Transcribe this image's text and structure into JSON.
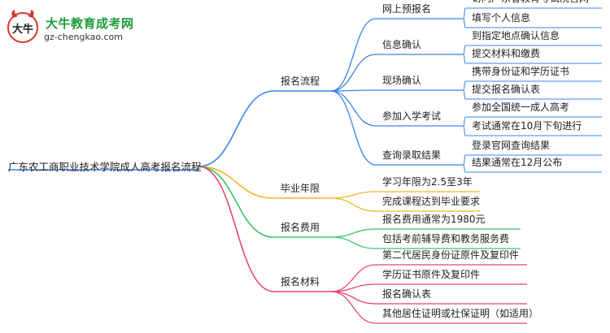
{
  "logo": {
    "title": "大牛教育成考网",
    "url": "gz-chengkao.com",
    "mark_text": "大牛"
  },
  "root": {
    "label": "广东农工商职业技术学院成人高考报名流程"
  },
  "branches": [
    {
      "label": "报名流程",
      "color": "#3a86e8",
      "children": [
        {
          "label": "网上预报名",
          "children": [
            "访问广东省教育考试院官网",
            "填写个人信息"
          ]
        },
        {
          "label": "信息确认",
          "children": [
            "到指定地点确认信息",
            "提交材料和缴费"
          ]
        },
        {
          "label": "现场确认",
          "children": [
            "携带身份证和学历证书",
            "提交报名确认表"
          ]
        },
        {
          "label": "参加入学考试",
          "children": [
            "参加全国统一成人高考",
            "考试通常在10月下旬进行"
          ]
        },
        {
          "label": "查询录取结果",
          "children": [
            "登录官网查询结果",
            "结果通常在12月公布"
          ]
        }
      ]
    },
    {
      "label": "毕业年限",
      "color": "#f0b428",
      "children": [
        {
          "label": "学习年限为2.5至3年",
          "children": []
        },
        {
          "label": "完成课程达到毕业要求",
          "children": []
        }
      ]
    },
    {
      "label": "报名费用",
      "color": "#3cc36c",
      "children": [
        {
          "label": "报名费用通常为1980元",
          "children": []
        },
        {
          "label": "包括考前辅导费和教务服务费",
          "children": []
        }
      ]
    },
    {
      "label": "报名材料",
      "color": "#e8466e",
      "children": [
        {
          "label": "第二代居民身份证原件及复印件",
          "children": []
        },
        {
          "label": "学历证书原件及复印件",
          "children": []
        },
        {
          "label": "报名确认表",
          "children": []
        },
        {
          "label": "其他居住证明或社保证明（如适用）",
          "children": []
        }
      ]
    }
  ]
}
